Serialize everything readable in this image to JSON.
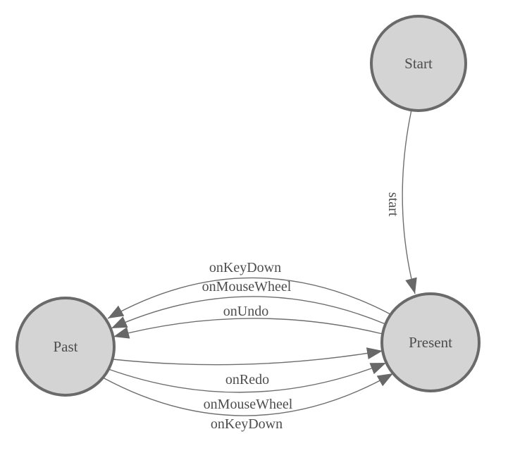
{
  "diagram": {
    "type": "state-machine",
    "background": "#ffffff",
    "colors": {
      "node_fill": "#d4d4d4",
      "node_stroke": "#6a6a6a",
      "edge_stroke": "#6e6e6e",
      "arrowhead": "#686868",
      "label_text": "#4d4d4d"
    },
    "nodes": [
      {
        "id": "start",
        "label": "Start"
      },
      {
        "id": "present",
        "label": "Present"
      },
      {
        "id": "past",
        "label": "Past"
      }
    ],
    "edges": [
      {
        "id": "start-to-present",
        "from": "Start",
        "to": "Present",
        "label": "start"
      },
      {
        "id": "present-to-past-onkeydown",
        "from": "Present",
        "to": "Past",
        "label": "onKeyDown"
      },
      {
        "id": "present-to-past-onmousewheel",
        "from": "Present",
        "to": "Past",
        "label": "onMouseWheel"
      },
      {
        "id": "present-to-past-onundo",
        "from": "Present",
        "to": "Past",
        "label": "onUndo"
      },
      {
        "id": "past-to-present-onredo",
        "from": "Past",
        "to": "Present",
        "label": "onRedo"
      },
      {
        "id": "past-to-present-onmousewheel",
        "from": "Past",
        "to": "Present",
        "label": "onMouseWheel"
      },
      {
        "id": "past-to-present-onkeydown",
        "from": "Past",
        "to": "Present",
        "label": "onKeyDown"
      }
    ]
  }
}
